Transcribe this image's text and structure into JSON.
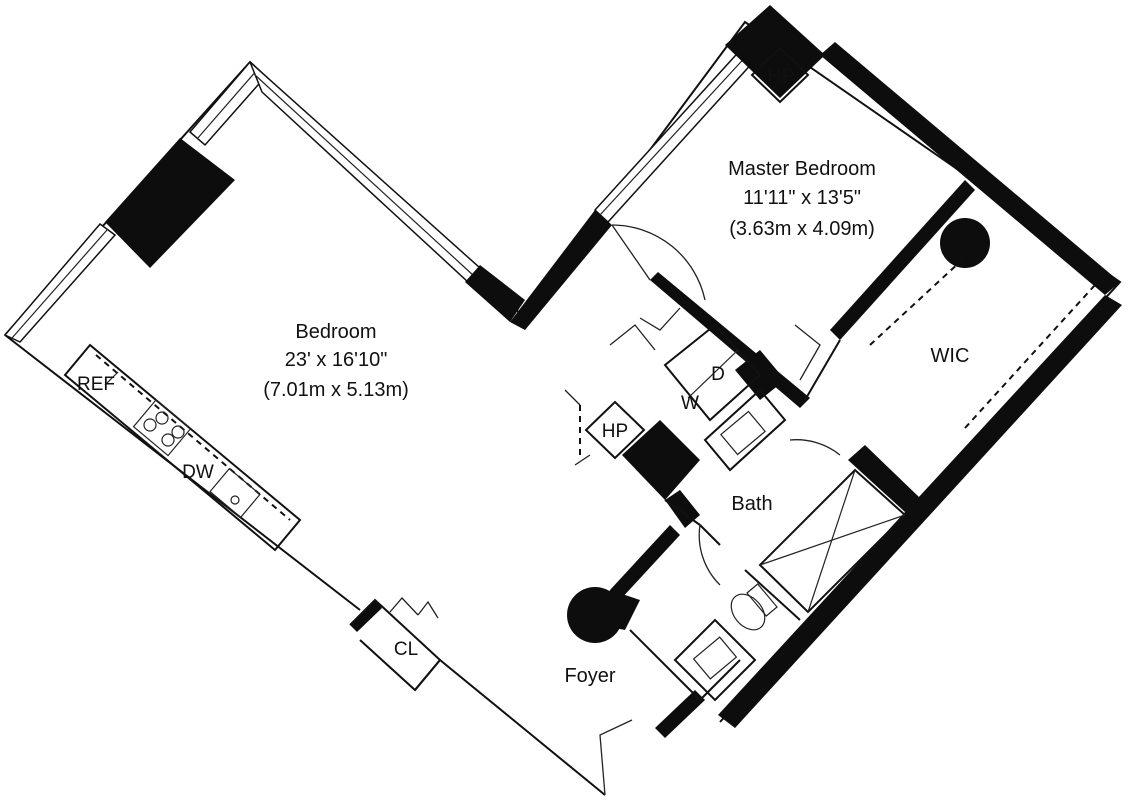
{
  "floorplan": {
    "rooms": {
      "bedroom": {
        "name": "Bedroom",
        "dimensions_ft": "23' x 16'10\"",
        "dimensions_m": "(7.01m x 5.13m)"
      },
      "master_bedroom": {
        "name": "Master Bedroom",
        "dimensions_ft": "11'11\" x 13'5\"",
        "dimensions_m": "(3.63m x 4.09m)"
      },
      "wic": {
        "name": "WIC"
      },
      "bath": {
        "name": "Bath"
      },
      "foyer": {
        "name": "Foyer"
      },
      "closet": {
        "name": "CL"
      }
    },
    "fixtures": {
      "refrigerator": "REF",
      "dishwasher": "DW",
      "washer": "W",
      "dryer": "D",
      "heat_pump_1": "HP",
      "heat_pump_2": "HP"
    },
    "colors": {
      "wall": "#0d0d0d",
      "line": "#111111",
      "background": "#ffffff"
    }
  }
}
